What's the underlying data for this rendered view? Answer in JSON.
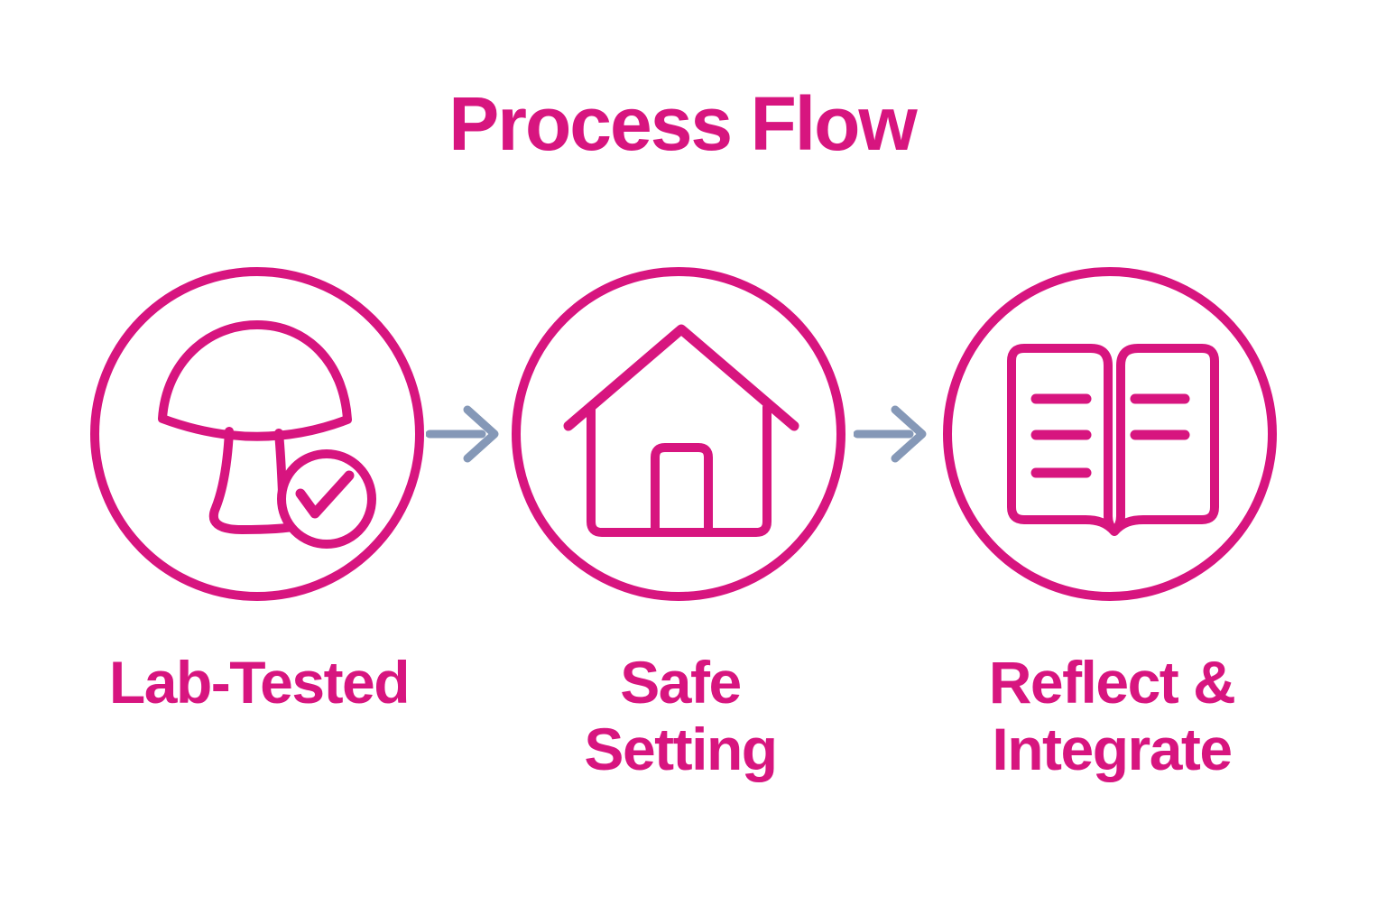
{
  "title": "Process Flow",
  "colors": {
    "accent": "#D7157F",
    "arrow": "#8598B7",
    "background": "#FFFFFF"
  },
  "steps": [
    {
      "label": "Lab-Tested",
      "icon": "mushroom-check-icon"
    },
    {
      "label": "Safe\nSetting",
      "icon": "house-icon"
    },
    {
      "label": "Reflect &\nIntegrate",
      "icon": "open-book-icon"
    }
  ],
  "connectors": [
    {
      "icon": "right-arrow-icon",
      "direction": "right"
    },
    {
      "icon": "right-arrow-icon",
      "direction": "right"
    }
  ]
}
